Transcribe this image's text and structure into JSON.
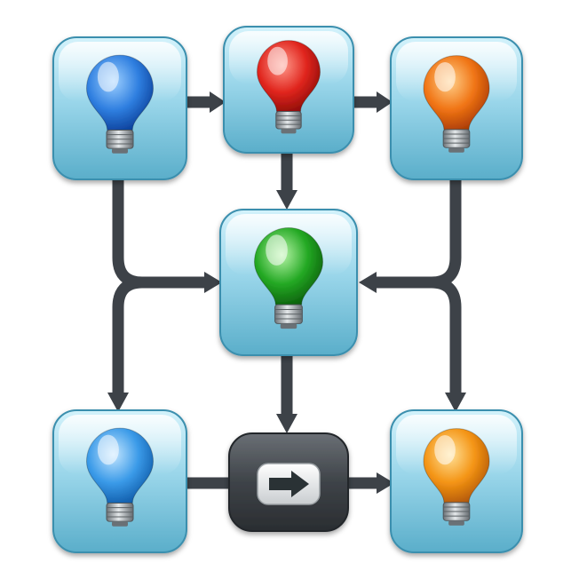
{
  "nodes": [
    {
      "id": "top-left",
      "bulb": "blue",
      "bulb_color": "#1f6fd6"
    },
    {
      "id": "top-middle",
      "bulb": "red",
      "bulb_color": "#d8201a"
    },
    {
      "id": "top-right",
      "bulb": "orange",
      "bulb_color": "#e8680e"
    },
    {
      "id": "center",
      "bulb": "green",
      "bulb_color": "#1a9c1a"
    },
    {
      "id": "bottom-left",
      "bulb": "light-blue",
      "bulb_color": "#2a8fe0"
    },
    {
      "id": "bottom-right",
      "bulb": "amber",
      "bulb_color": "#f08a10"
    }
  ],
  "process_node": {
    "id": "bottom-middle",
    "icon": "right-arrow-icon"
  },
  "connections": [
    {
      "from": "top-left",
      "to": "top-middle"
    },
    {
      "from": "top-middle",
      "to": "top-right"
    },
    {
      "from": "top-middle",
      "to": "center"
    },
    {
      "from": "top-left",
      "to": "center"
    },
    {
      "from": "top-left",
      "to": "bottom-left"
    },
    {
      "from": "top-right",
      "to": "center"
    },
    {
      "from": "top-right",
      "to": "bottom-right"
    },
    {
      "from": "center",
      "to": "bottom-middle"
    },
    {
      "from": "bottom-left",
      "to": "bottom-middle"
    },
    {
      "from": "bottom-middle",
      "to": "bottom-right"
    }
  ],
  "colors": {
    "tile_top": "#c9eef8",
    "tile_bottom": "#5fb6d2",
    "tile_border": "#3a8fae",
    "connector": "#3d4248",
    "process_fill": "#3e4248"
  }
}
